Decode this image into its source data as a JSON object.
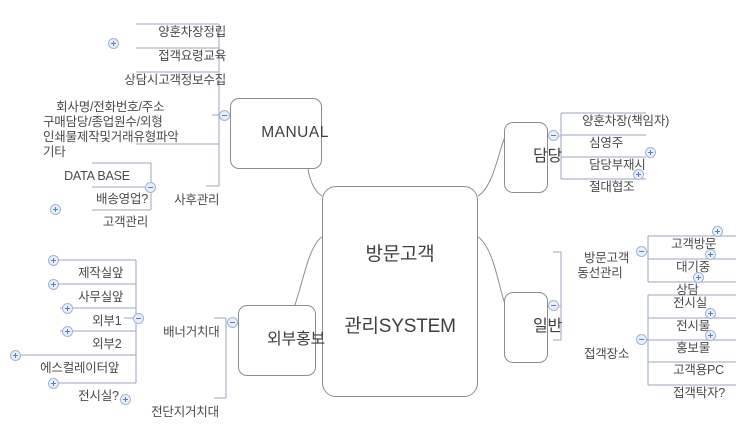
{
  "diagram": {
    "type": "mind-map",
    "title": "방문고객 관리SYSTEM",
    "background": "#ffffff",
    "line_color": "#9aa7bd",
    "node_border": "#8d8d8d",
    "text_color": "#4a4a4a",
    "toggle_color": "#5a7fbe"
  },
  "root": {
    "line1": "방문고객",
    "line2": "관리SYSTEM"
  },
  "branches": {
    "manual": {
      "label": "MANUAL",
      "toggle": "minus"
    },
    "damdang": {
      "label": "담당",
      "toggle": "minus"
    },
    "ilban": {
      "label": "일반",
      "toggle": "minus"
    },
    "external": {
      "label": "외부홍보",
      "toggle": "minus"
    }
  },
  "manual_children": [
    {
      "label": "양훈차장정립",
      "toggle": "none"
    },
    {
      "label": "접객요령교육",
      "toggle": "plus"
    },
    {
      "label": "상담시고객정보수집",
      "toggle": "none"
    },
    {
      "label": "회사명/전화번호/주소\n구매담당/종업원수/외형\n인쇄물제작및거래유형파악\n기타",
      "toggle": "none"
    },
    {
      "label": "사후관리",
      "toggle": "minus"
    }
  ],
  "sahu_children": [
    {
      "label": "DATA BASE",
      "toggle": "none"
    },
    {
      "label": "배송영업?",
      "toggle": "none"
    },
    {
      "label": "고객관리",
      "toggle": "plus"
    }
  ],
  "damdang_children": [
    {
      "label": "양훈차장(책임자)",
      "toggle": "none"
    },
    {
      "label": "심영주",
      "toggle": "none"
    },
    {
      "label": "담당부재시",
      "toggle": "plus"
    },
    {
      "label": "절대협조",
      "toggle": "plus"
    }
  ],
  "ilban_children": [
    {
      "label": "방문고객\n동선관리",
      "toggle": "minus"
    },
    {
      "label": "접객장소",
      "toggle": "minus"
    }
  ],
  "dongseon_children": [
    {
      "label": "고객방문",
      "toggle": "plus"
    },
    {
      "label": "대기중",
      "toggle": "plus"
    },
    {
      "label": "상담",
      "toggle": "plus"
    }
  ],
  "jeopgaek_children": [
    {
      "label": "전시실",
      "toggle": "none"
    },
    {
      "label": "전시물",
      "toggle": "plus"
    },
    {
      "label": "홍보물",
      "toggle": "plus"
    },
    {
      "label": "고객용PC",
      "toggle": "none"
    },
    {
      "label": "접객탁자?",
      "toggle": "none"
    }
  ],
  "external_children": [
    {
      "label": "배너거치대",
      "toggle": "minus"
    },
    {
      "label": "전단지거치대",
      "toggle": "plus"
    }
  ],
  "banner_children": [
    {
      "label": "제작실앞",
      "toggle": "plus"
    },
    {
      "label": "사무실앞",
      "toggle": "plus"
    },
    {
      "label": "외부1",
      "toggle": "plus"
    },
    {
      "label": "외부2",
      "toggle": "plus"
    },
    {
      "label": "에스컬레이터앞",
      "toggle": "plus"
    },
    {
      "label": "전시실?",
      "toggle": "plus"
    }
  ]
}
